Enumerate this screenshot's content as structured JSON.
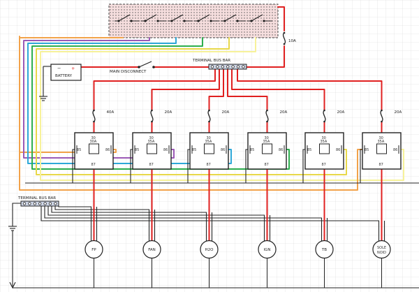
{
  "battery": {
    "label": "BATTERY",
    "plus": "+",
    "minus": "−"
  },
  "main_disconnect": {
    "label": "MAIN DISCONNECT"
  },
  "top_bus": {
    "label": "TERMINAL BUS BAR"
  },
  "left_bus": {
    "label": "TERMINAL BUS BAR"
  },
  "switch_fuse": {
    "label": "10A"
  },
  "relays": [
    {
      "fuse": "40A",
      "rating": "30A",
      "pins": [
        "30",
        "85",
        "86",
        "87"
      ]
    },
    {
      "fuse": "20A",
      "rating": "35A",
      "pins": [
        "30",
        "85",
        "86",
        "87"
      ]
    },
    {
      "fuse": "20A",
      "rating": "35A",
      "pins": [
        "30",
        "85",
        "86",
        "87"
      ]
    },
    {
      "fuse": "20A",
      "rating": "35A",
      "pins": [
        "30",
        "85",
        "86",
        "87"
      ]
    },
    {
      "fuse": "20A",
      "rating": "35A",
      "pins": [
        "30",
        "85",
        "86",
        "87"
      ]
    },
    {
      "fuse": "20A",
      "rating": "35A",
      "pins": [
        "30",
        "85",
        "86",
        "87"
      ]
    }
  ],
  "loads": [
    {
      "label": "FP"
    },
    {
      "label": "FAN"
    },
    {
      "label": "H2O"
    },
    {
      "label": "IGN"
    },
    {
      "label": "TB"
    },
    {
      "label_line1": "SOLE",
      "label_line2": "NOID"
    }
  ],
  "colors": {
    "power": "#e02020",
    "ground": "#222222",
    "control": [
      "#f2a24a",
      "#9b59b6",
      "#2ea8d8",
      "#2eae4f",
      "#e8d84a",
      "#f7f29a"
    ],
    "grid": "#d8d8d8",
    "panel_fill": "#f6dede"
  }
}
